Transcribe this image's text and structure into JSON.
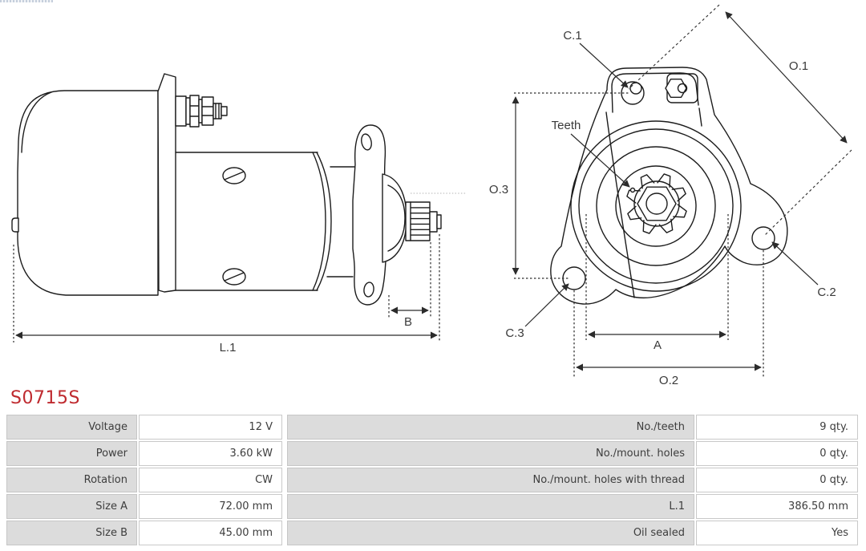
{
  "part_number": "S0715S",
  "colors": {
    "part_number_red": "#bf2a2f",
    "table_label_bg": "#dcdcdc",
    "table_border": "#c9c9c9",
    "table_text": "#3d3d3d",
    "drawing_line": "#1c1c1c"
  },
  "diagram": {
    "side_view": {
      "labels": {
        "b": "B",
        "l1": "L.1"
      }
    },
    "front_view": {
      "labels": {
        "c1": "C.1",
        "c2": "C.2",
        "c3": "C.3",
        "o1": "O.1",
        "o2": "O.2",
        "o3": "O.3",
        "a": "A",
        "teeth": "Teeth"
      }
    }
  },
  "specs": {
    "left": [
      {
        "label": "Voltage",
        "value": "12 V"
      },
      {
        "label": "Power",
        "value": "3.60 kW"
      },
      {
        "label": "Rotation",
        "value": "CW"
      },
      {
        "label": "Size A",
        "value": "72.00 mm"
      },
      {
        "label": "Size B",
        "value": "45.00 mm"
      }
    ],
    "right": [
      {
        "label": "No./teeth",
        "value": "9 qty."
      },
      {
        "label": "No./mount. holes",
        "value": "0 qty."
      },
      {
        "label": "No./mount. holes with thread",
        "value": "0 qty."
      },
      {
        "label": "L.1",
        "value": "386.50 mm"
      },
      {
        "label": "Oil sealed",
        "value": "Yes"
      }
    ]
  }
}
